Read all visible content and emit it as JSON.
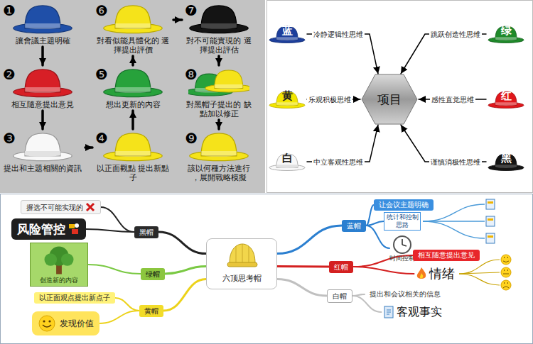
{
  "diagram": {
    "nodes": [
      {
        "text": [
          "❶",
          "讓會議主題明確"
        ]
      },
      {
        "text": [
          "❷",
          "相互隨意提出意見"
        ]
      },
      {
        "text": [
          "❸",
          "提出和主題相關的資訊"
        ]
      },
      {
        "text": [
          "❹",
          "以正面觀點 提出新點子"
        ]
      },
      {
        "text": [
          "❺",
          "想出更新的內容"
        ]
      },
      {
        "text": [
          "❻",
          "對看似能具體化的 選擇提出評價"
        ]
      },
      {
        "text": [
          "❼",
          "對不可能實現的 選擇提出評估"
        ]
      },
      {
        "text": [
          "❽",
          "對黑帽子提出的 缺點加以修正"
        ]
      },
      {
        "text": [
          "❾",
          "該以何種方法進行 ，展開戰略模擬"
        ]
      },
      {
        "text": [
          "蓝"
        ]
      },
      {
        "text": [
          "黄"
        ]
      },
      {
        "text": [
          "白"
        ]
      },
      {
        "text": [
          "项目"
        ]
      },
      {
        "text": [
          "绿"
        ]
      },
      {
        "text": [
          "红"
        ]
      },
      {
        "text": [
          "黑"
        ]
      },
      {
        "text": [
          "六顶思考帽"
        ]
      },
      {
        "text": [
          "黑帽"
        ]
      },
      {
        "text": [
          "摒选不可能实现的"
        ]
      },
      {
        "text": [
          "风险管控"
        ]
      },
      {
        "text": [
          "绿帽"
        ]
      },
      {
        "text": [
          "创造新的内容"
        ]
      },
      {
        "text": [
          "黄帽"
        ]
      },
      {
        "text": [
          "以正面观点提出新点子"
        ]
      },
      {
        "text": [
          "发现价值"
        ]
      },
      {
        "text": [
          "蓝帽"
        ]
      },
      {
        "text": [
          "让会议主题明确"
        ]
      },
      {
        "text": [
          "统计和控制思路"
        ]
      },
      {
        "text": [
          "时间控制"
        ]
      },
      {
        "text": [
          "红帽"
        ]
      },
      {
        "text": [
          "相互随意提出意见"
        ]
      },
      {
        "text": [
          "情绪"
        ]
      },
      {
        "text": [
          "白帽"
        ]
      },
      {
        "text": [
          "提出和会议相关的信息"
        ]
      },
      {
        "text": [
          "客观事实"
        ]
      }
    ],
    "edges": [
      {
        "from": 0,
        "to": 1,
        "arrow": "to"
      },
      {
        "from": 1,
        "to": 2,
        "arrow": "to"
      },
      {
        "from": 2,
        "to": 3,
        "arrow": "to"
      },
      {
        "from": 3,
        "to": 4,
        "arrow": "to"
      },
      {
        "from": 4,
        "to": 5,
        "arrow": "to"
      },
      {
        "from": 5,
        "to": 6,
        "arrow": "to"
      },
      {
        "from": 6,
        "to": 7,
        "arrow": "to"
      },
      {
        "from": 7,
        "to": 8,
        "arrow": "to"
      },
      {
        "from": 9,
        "to": 12,
        "label": "冷静逻辑性思维",
        "arrow": "to"
      },
      {
        "from": 10,
        "to": 12,
        "label": "乐观积极思维",
        "arrow": "to"
      },
      {
        "from": 11,
        "to": 12,
        "label": "中立客观性思维",
        "arrow": "to"
      },
      {
        "from": 13,
        "to": 12,
        "label": "跳跃创造性思维",
        "arrow": "to"
      },
      {
        "from": 14,
        "to": 12,
        "label": "感性直觉思维",
        "arrow": "to"
      },
      {
        "from": 15,
        "to": 12,
        "label": "谨慎消极性思维",
        "arrow": "to"
      },
      {
        "from": 16,
        "to": 17,
        "arrow": "none"
      },
      {
        "from": 17,
        "to": 18,
        "arrow": "none"
      },
      {
        "from": 17,
        "to": 19,
        "arrow": "none"
      },
      {
        "from": 16,
        "to": 20,
        "arrow": "none"
      },
      {
        "from": 20,
        "to": 21,
        "arrow": "none"
      },
      {
        "from": 16,
        "to": 22,
        "arrow": "none"
      },
      {
        "from": 22,
        "to": 23,
        "arrow": "none"
      },
      {
        "from": 22,
        "to": 24,
        "arrow": "none"
      },
      {
        "from": 16,
        "to": 25,
        "arrow": "none"
      },
      {
        "from": 25,
        "to": 26,
        "arrow": "none"
      },
      {
        "from": 25,
        "to": 27,
        "arrow": "none"
      },
      {
        "from": 25,
        "to": 28,
        "arrow": "none"
      },
      {
        "from": 16,
        "to": 29,
        "arrow": "none"
      },
      {
        "from": 29,
        "to": 30,
        "arrow": "none"
      },
      {
        "from": 29,
        "to": 31,
        "arrow": "none"
      },
      {
        "from": 16,
        "to": 32,
        "arrow": "none"
      },
      {
        "from": 32,
        "to": 33,
        "arrow": "none"
      },
      {
        "from": 32,
        "to": 34,
        "arrow": "none"
      }
    ]
  }
}
